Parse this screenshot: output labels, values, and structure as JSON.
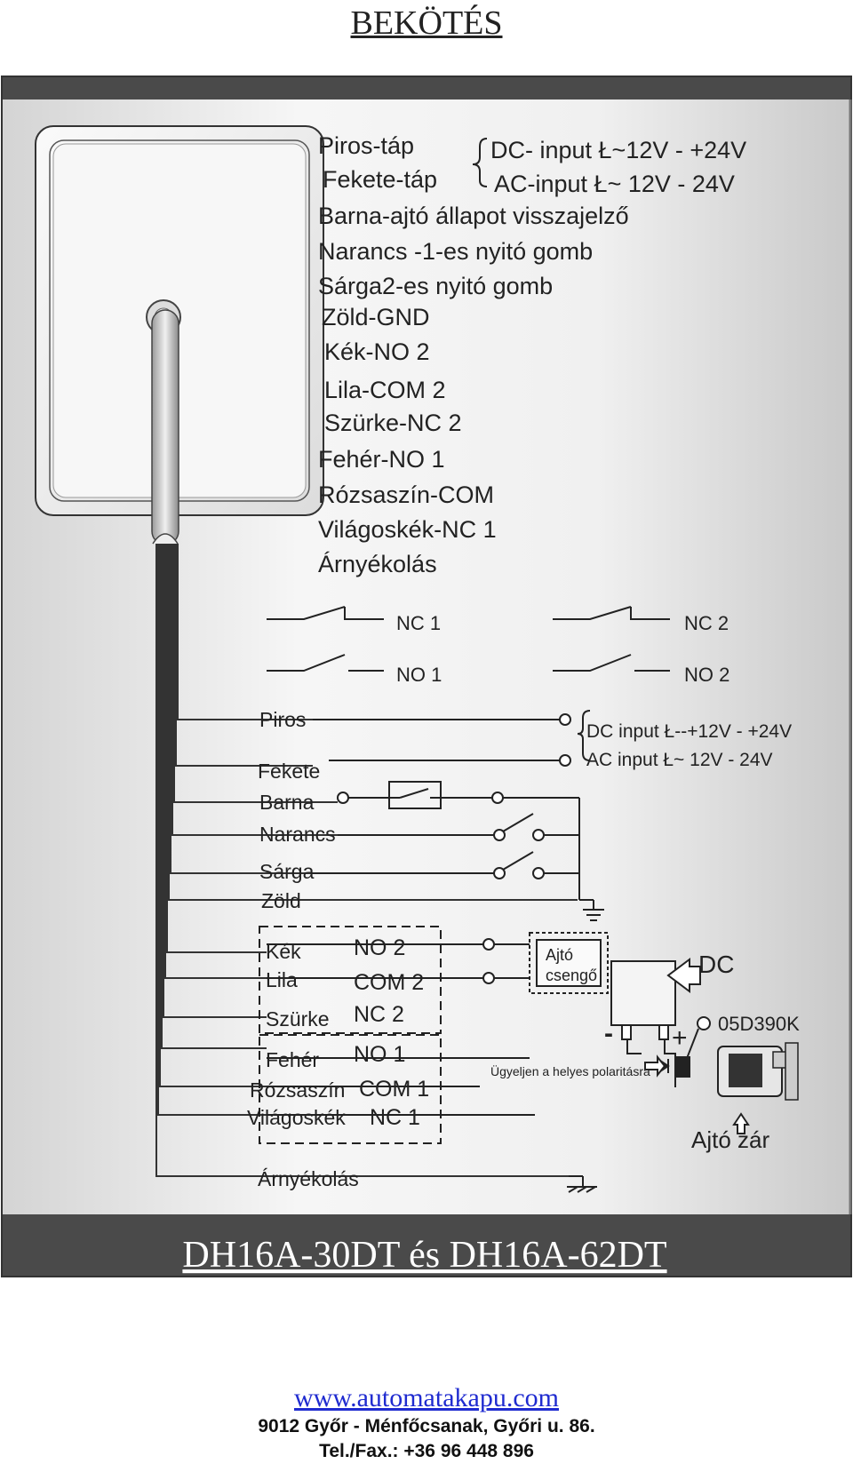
{
  "title": "BEKÖTÉS",
  "legend": {
    "piros": "Piros-táp",
    "fekete": "Fekete-táp",
    "dc_input": "DC- input  Ł~12V - +24V",
    "ac_input": "AC-input  Ł~ 12V -  24V",
    "barna": "Barna-ajtó állapot visszajelző",
    "narancs": "Narancs -1-es nyitó gomb",
    "sarga": "Sárga2-es nyitó gomb",
    "zold": "Zöld-GND",
    "kek": "Kék-NO 2",
    "lila": "Lila-COM   2",
    "szurke": "Szürke-NC  2",
    "feher": "Fehér-NO 1",
    "rozsaszin": "Rózsaszín-COM",
    "vilagoskek": "Világoskék-NC  1",
    "arnyekolas": "Árnyékolás"
  },
  "relays": {
    "nc1": "NC 1",
    "no1": "NO 1",
    "nc2": "NC 2",
    "no2": "NO 2"
  },
  "wires": {
    "piros": "Piros",
    "fekete": "Fekete",
    "barna": "Barna",
    "narancs": "Narancs",
    "sarga": "Sárga",
    "zold": "Zöld",
    "kek": "Kék",
    "lila": "Lila",
    "szurke": "Szürke",
    "feher": "Fehér",
    "rozsaszin": "Rózsaszín",
    "vilagoskek": "Világoskék",
    "arnyekolas": "Árnyékolás"
  },
  "terminals": {
    "no2": "NO 2",
    "com2": "COM 2",
    "nc2": "NC 2",
    "no1": "NO 1",
    "com1": "COM 1",
    "nc1": "NC 1"
  },
  "power": {
    "dc": "DC input  Ł--+12V - +24V",
    "ac": "AC input  Ł~ 12V - 24V"
  },
  "devices": {
    "bell_line1": "Ajtó",
    "bell_line2": "csengő",
    "dc_label": "DC",
    "varistor": "05D390K",
    "polarity_note": "Ügyeljen a helyes polaritásra",
    "lock": "Ajtó zár",
    "minus": "-",
    "plus": "+"
  },
  "model_title": "DH16A-30DT és DH16A-62DT",
  "footer": {
    "url": "www.automatakapu.com",
    "address": "9012 Győr - Ménfőcsanak, Győri u. 86.",
    "phone": "Tel./Fax.: +36 96 448 896"
  },
  "colors": {
    "frame_dark": "#4a4a4a",
    "panel_light": "#f4f4f4",
    "panel_mid": "#cfcfcf",
    "url_blue": "#1f2bd0"
  }
}
